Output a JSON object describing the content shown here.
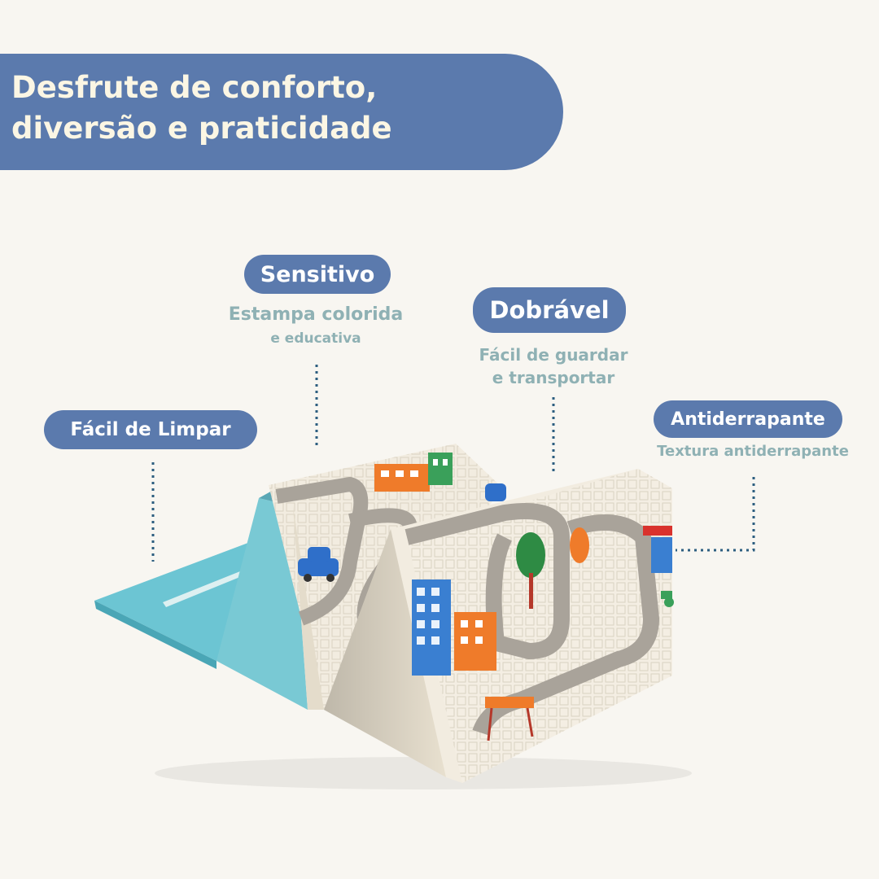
{
  "header": {
    "title_line1": "Desfrute de conforto,",
    "title_line2": "diversão e praticidade"
  },
  "features": {
    "sensitivo": {
      "label": "Sensitivo",
      "line1": "Estampa colorida",
      "line2": "e educativa"
    },
    "dobravel": {
      "label": "Dobrável",
      "line1": "Fácil de guardar",
      "line2": "e transportar"
    },
    "limpar": {
      "label": "Fácil de Limpar"
    },
    "antiderrapante": {
      "label": "Antiderrapante",
      "line1": "Textura antiderrapante"
    }
  },
  "colors": {
    "banner": "#5b7aad",
    "pill": "#5b7aad",
    "subtext": "#8fb1b4",
    "background": "#f8f6f1",
    "mat_blue": "#6cc5d3",
    "mat_cream": "#f2ece0"
  }
}
